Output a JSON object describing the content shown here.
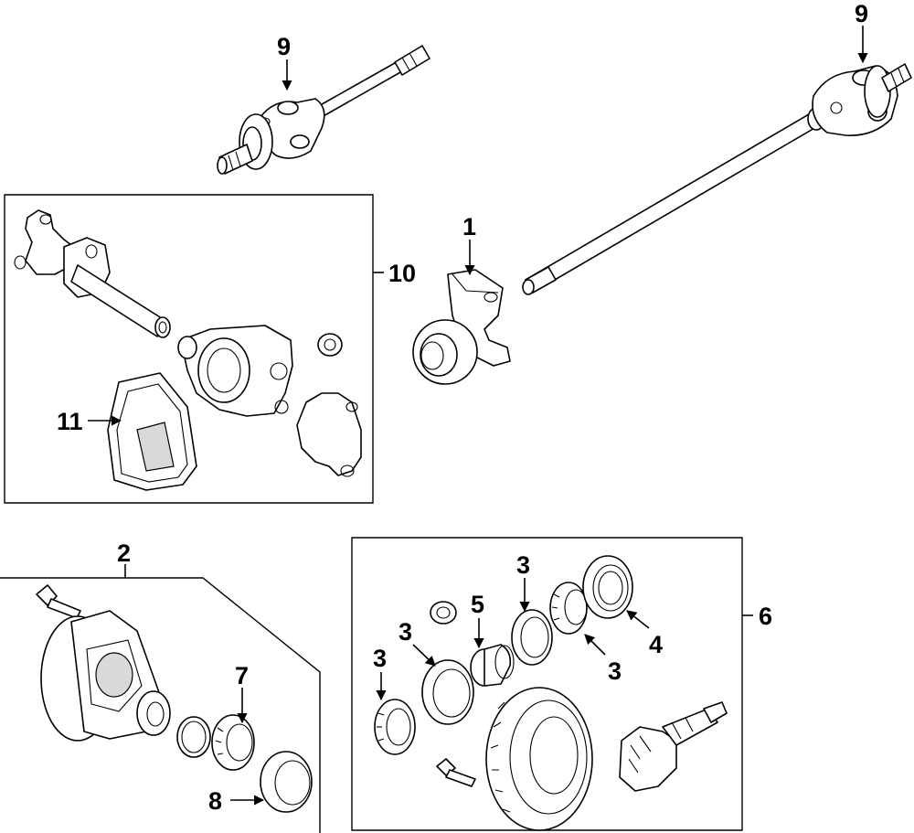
{
  "callouts": {
    "c1": "1",
    "c2": "2",
    "c3a": "3",
    "c3b": "3",
    "c3c": "3",
    "c3d": "3",
    "c4": "4",
    "c5": "5",
    "c6": "6",
    "c7": "7",
    "c8": "8",
    "c9a": "9",
    "c9b": "9",
    "c10": "10",
    "c11": "11"
  },
  "colors": {
    "line": "#000000",
    "background": "#ffffff"
  }
}
